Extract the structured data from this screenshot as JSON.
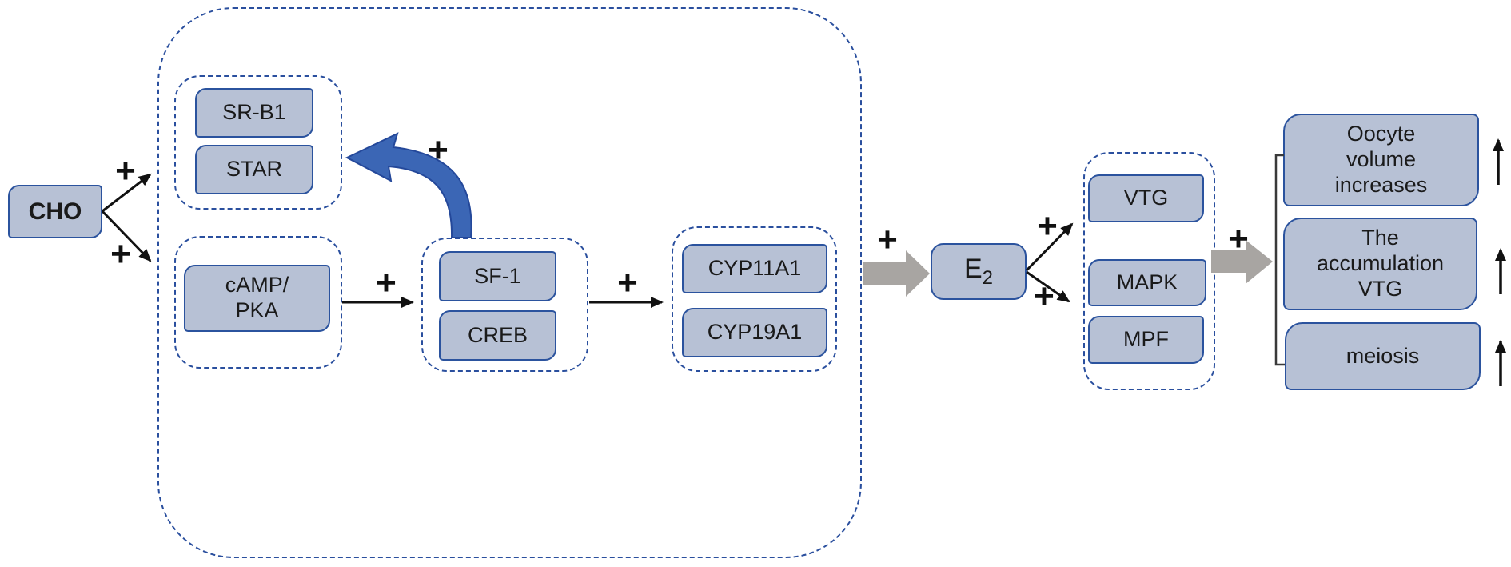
{
  "nodes": {
    "cho": {
      "label": "CHO"
    },
    "sr_b1": {
      "label": "SR-B1"
    },
    "star": {
      "label": "STAR"
    },
    "camp_pka": {
      "line1": "cAMP/",
      "line2": "PKA"
    },
    "sf_1": {
      "label": "SF-1"
    },
    "creb": {
      "label": "CREB"
    },
    "cyp11a1": {
      "label": "CYP11A1"
    },
    "cyp19a1": {
      "label": "CYP19A1"
    },
    "e2": {
      "base": "E",
      "subscript": "2"
    },
    "vtg": {
      "label": "VTG"
    },
    "mapk": {
      "label": "MAPK"
    },
    "mpf": {
      "label": "MPF"
    },
    "oocyte_volume": {
      "lines": [
        "Oocyte",
        "volume",
        "increases"
      ]
    },
    "vtg_accumulation": {
      "lines": [
        "The",
        "accumulation",
        "VTG"
      ]
    },
    "meiosis": {
      "label": "meiosis"
    }
  },
  "symbols": {
    "plus": "+",
    "up_arrow": "↑"
  },
  "colors": {
    "node_fill": "#b7c1d5",
    "node_border": "#2b539e",
    "group_dashed_border": "#2a4f9e",
    "feedback_arrow_fill": "#3b66b5",
    "block_arrow_gray": "#a8a5a2",
    "line_black": "#111111"
  }
}
